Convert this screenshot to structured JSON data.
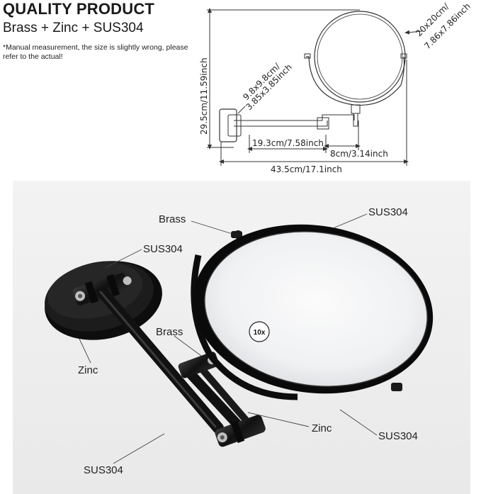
{
  "header": {
    "title": "QUALITY PRODUCT",
    "materials": "Brass + Zinc + SUS304",
    "note": "*Manual measurement, the size is slightly wrong, please refer to the actual!"
  },
  "dimensions": {
    "height": "29.5cm/11.59inch",
    "mirror_line1": "20x20cm/",
    "mirror_line2": "7.86x7.86inch",
    "base_line1": "9.8x9.8cm/",
    "base_line2": "3.85x3.85inch",
    "arm_length": "19.3cm/7.58inch",
    "arm_offset": "8cm/3.14inch",
    "total_length": "43.5cm/17.1inch"
  },
  "callouts": {
    "brass_top": "Brass",
    "sus_top_right": "SUS304",
    "sus_top_left": "SUS304",
    "brass_mid": "Brass",
    "zinc_left": "Zinc",
    "zinc_bottom": "Zinc",
    "sus_bottom_right": "SUS304",
    "sus_bottom_left": "SUS304"
  },
  "product": {
    "logo_text": "10x"
  }
}
